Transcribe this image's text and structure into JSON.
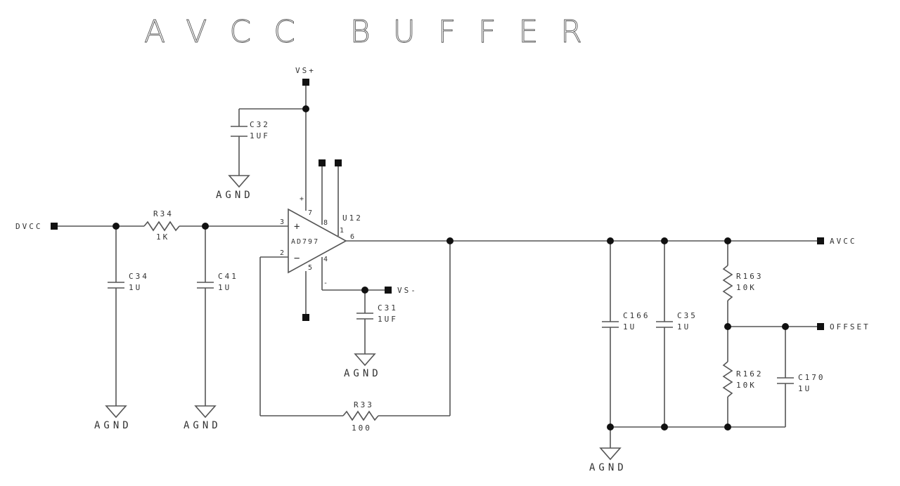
{
  "title": "AVCC BUFFER",
  "ports": {
    "vs_plus": "VS+",
    "vs_minus": "VS-",
    "dvcc": "DVCC",
    "avcc": "AVCC",
    "offset": "OFFSET"
  },
  "ground_label": "AGND",
  "opamp": {
    "ref": "U12",
    "part": "AD797",
    "pin_plus_in": "3",
    "pin_minus_in": "2",
    "pin_vplus": "7",
    "pin_vminus": "4",
    "pin_out": "6",
    "pin_8": "8",
    "pin_1": "1",
    "pin_5": "5",
    "sym_plus": "+",
    "sym_minus": "−",
    "rail_plus": "+",
    "rail_minus": "-"
  },
  "components": {
    "c32": {
      "ref": "C32",
      "value": "1UF"
    },
    "r34": {
      "ref": "R34",
      "value": "1K"
    },
    "c34": {
      "ref": "C34",
      "value": "1U"
    },
    "c41": {
      "ref": "C41",
      "value": "1U"
    },
    "c31": {
      "ref": "C31",
      "value": "1UF"
    },
    "r33": {
      "ref": "R33",
      "value": "100"
    },
    "c166": {
      "ref": "C166",
      "value": "1U"
    },
    "c35": {
      "ref": "C35",
      "value": "1U"
    },
    "r163": {
      "ref": "R163",
      "value": "10K"
    },
    "r162": {
      "ref": "R162",
      "value": "10K"
    },
    "c170": {
      "ref": "C170",
      "value": "1U"
    }
  }
}
